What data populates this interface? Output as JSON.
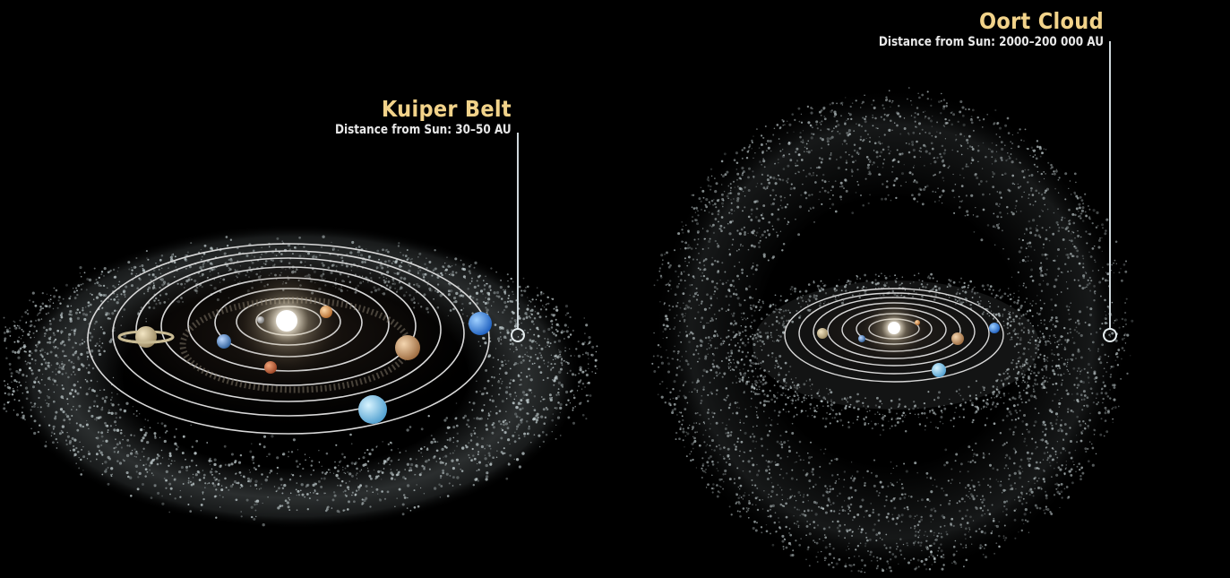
{
  "diagram": {
    "kuiper_belt": {
      "title": "Kuiper Belt",
      "distance_text": "Distance from Sun: 30–50 AU"
    },
    "oort_cloud": {
      "title": "Oort Cloud",
      "distance_text": "Distance from Sun: 2000–200 000 AU"
    }
  },
  "colors": {
    "background": "#000000",
    "title_color": "#f2d38a",
    "label_color": "#e8e8e8",
    "orbit_color": "#d9d9d9",
    "debris_color": "#c8d4d6",
    "sun_color": "#ffffff"
  }
}
